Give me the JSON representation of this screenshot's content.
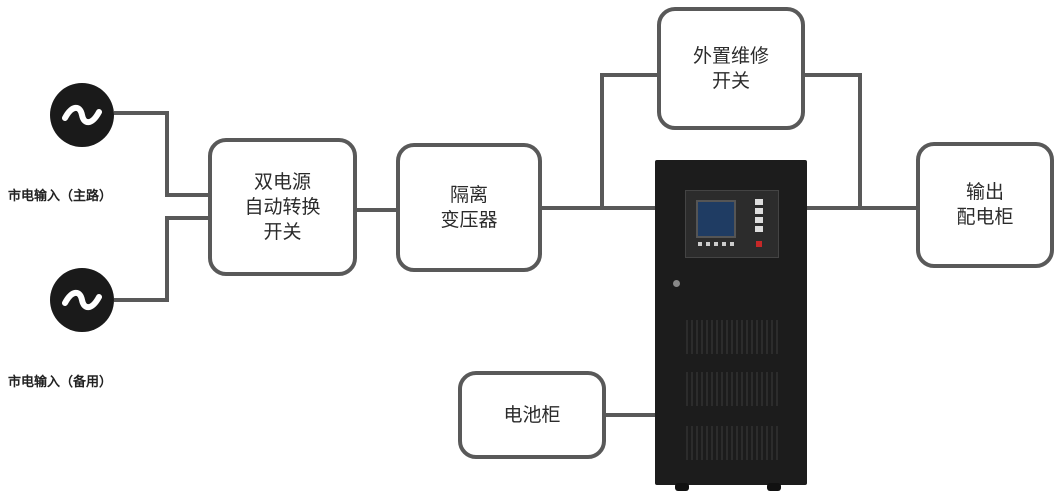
{
  "sources": [
    {
      "label": "市电输入（主路）",
      "icon": "ac-source-icon"
    },
    {
      "label": "市电输入（备用）",
      "icon": "ac-source-icon"
    }
  ],
  "boxes": {
    "ats": "双电源\n自动转换\n开关",
    "transformer": "隔离\n变压器",
    "bypass": "外置维修\n开关",
    "output": "输出\n配电柜",
    "battery": "电池柜"
  },
  "colors": {
    "line": "#595959",
    "border": "#595959",
    "source": "#1a1a1a",
    "cabinet": "#1c1c1c"
  }
}
